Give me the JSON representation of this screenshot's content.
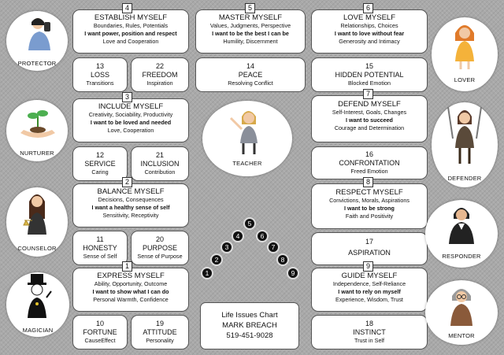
{
  "cards": [
    {
      "num": "4",
      "title": "ESTABLISH MYSELF",
      "lines": [
        "Boundaries, Rules, Potentials",
        "I want power, position and respect",
        "Love and Cooperation"
      ]
    },
    {
      "num": "5",
      "title": "MASTER MYSELF",
      "lines": [
        "Values, Judgments, Perspective",
        "I want to be the best I can be",
        "Humility, Discernment"
      ]
    },
    {
      "num": "6",
      "title": "LOVE MYSELF",
      "lines": [
        "Relationships, Choices",
        "I want to love without fear",
        "Generosity and Intimacy"
      ]
    },
    {
      "num": "3",
      "title": "INCLUDE MYSELF",
      "lines": [
        "Creativity, Sociability, Productivity",
        "I want to be loved and needed",
        "Love, Cooperation"
      ]
    },
    {
      "num": "7",
      "title": "DEFEND MYSELF",
      "lines": [
        "Self-Interest, Goals, Changes",
        "I want to succeed",
        "Courage and Determination"
      ]
    },
    {
      "num": "2",
      "title": "BALANCE MYSELF",
      "lines": [
        "Decisions, Consequences",
        "I want a healthy sense of self",
        "Sensitivity, Receptivity"
      ]
    },
    {
      "num": "8",
      "title": "RESPECT MYSELF",
      "lines": [
        "Convictions, Morals, Aspirations",
        "I want to be strong",
        "Faith and Positivity"
      ]
    },
    {
      "num": "1",
      "title": "EXPRESS MYSELF",
      "lines": [
        "Ability, Opportunity, Outcome",
        "I want to show what I can do",
        "Personal Warmth, Confidence"
      ]
    },
    {
      "num": "9",
      "title": "GUIDE MYSELF",
      "lines": [
        "Independence, Self-Reliance",
        "I want to rely on myself",
        "Experience, Wisdom, Trust"
      ]
    }
  ],
  "issues": [
    {
      "num": "13",
      "name": "LOSS",
      "desc": "Transitions"
    },
    {
      "num": "22",
      "name": "FREEDOM",
      "desc": "Inspiration"
    },
    {
      "num": "14",
      "name": "PEACE",
      "desc": "Resolving Conflict"
    },
    {
      "num": "15",
      "name": "HIDDEN POTENTIAL",
      "desc": "Blocked Emotion"
    },
    {
      "num": "12",
      "name": "SERVICE",
      "desc": "Caring"
    },
    {
      "num": "21",
      "name": "INCLUSION",
      "desc": "Contribution"
    },
    {
      "num": "16",
      "name": "CONFRONTATION",
      "desc": "Freed Emotion"
    },
    {
      "num": "11",
      "name": "HONESTY",
      "desc": "Sense of Self"
    },
    {
      "num": "20",
      "name": "PURPOSE",
      "desc": "Sense of Purpose"
    },
    {
      "num": "17",
      "name": "ASPIRATION",
      "desc": ""
    },
    {
      "num": "10",
      "name": "FORTUNE",
      "desc": "CauseEffect"
    },
    {
      "num": "19",
      "name": "ATTITUDE",
      "desc": "Personality"
    },
    {
      "num": "18",
      "name": "INSTINCT",
      "desc": "Trust in Self"
    }
  ],
  "roles": [
    "PROTECTOR",
    "NURTURER",
    "COUNSELOR",
    "MAGICIAN",
    "TEACHER",
    "LOVER",
    "DEFENDER",
    "RESPONDER",
    "MENTOR"
  ],
  "pyramid": [
    "1",
    "2",
    "3",
    "4",
    "5",
    "6",
    "7",
    "8",
    "9"
  ],
  "info": {
    "title": "Life Issues Chart",
    "name": "MARK BREACH",
    "phone": "519-451-9028"
  }
}
